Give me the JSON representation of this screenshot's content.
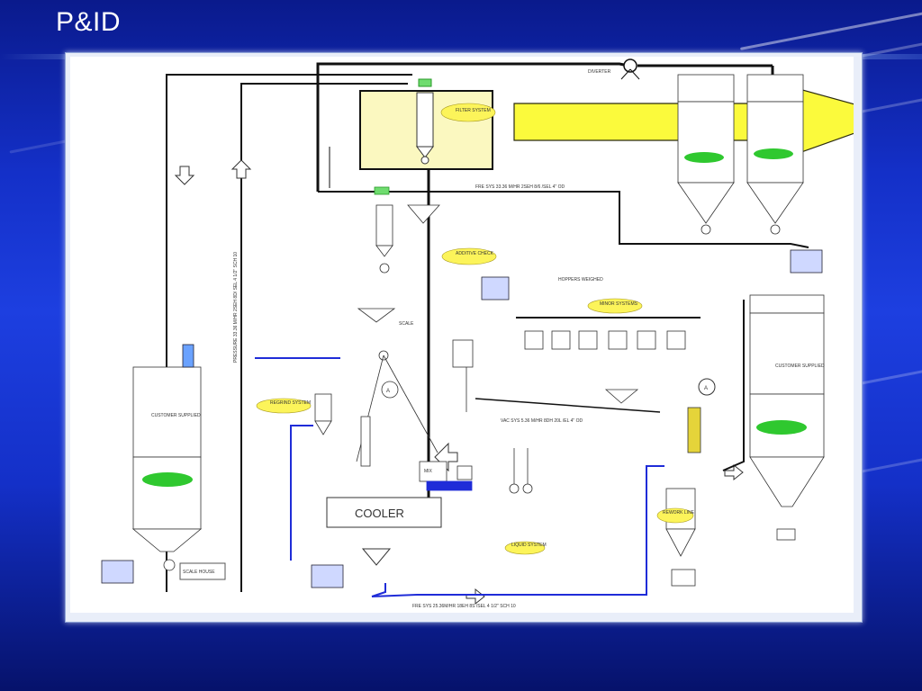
{
  "slide": {
    "title": "P&ID"
  },
  "diagram": {
    "labels": {
      "diverter": "DIVERTER",
      "filter_system": "FILTER SYSTEM",
      "additive_check": "ADDITIVE CHECK",
      "hoppers_weighed": "HOPPERS WEIGHED",
      "minor_systems": "MINOR SYSTEMS",
      "regrind": "REGRIND SYSTEM",
      "customer_supplied_left": "CUSTOMER SUPPLIED",
      "customer_supplied_right": "CUSTOMER SUPPLIED",
      "cooler": "COOLER",
      "liquid_system": "LIQUID SYSTEM",
      "rework_line": "REWORK LINE",
      "scale": "SCALE",
      "mix": "MIX",
      "bin_a_left": "A",
      "bin_a_right": "A",
      "vac_sys_top": "FRE SYS 33.36 M/HR  2SEH 8/6  /SEL  4\" OD",
      "vac_sys_mid": "VAC SYS 5.36 M/HR  8DH  20L  /EL  4\" OD",
      "vac_sys_bottom": "FRE SYS 25.36M/HR   18EH  8S /SEL  4 1/2\" SCH 10",
      "vertical_line_left": "PRESSURE 33.36 M/HR  2SEH  8D/ SEL  4 1/2\" SCH 10",
      "scale_house": "SCALE HOUSE"
    }
  },
  "colors": {
    "arrow_fill": "#fbfa3c",
    "highlight_fill": "#fbf8c0",
    "ellipse_yellow": "#fcf45a",
    "ellipse_green": "#2fc82f",
    "pipe_blue": "#1f2cd8",
    "pipe_black": "#111111"
  }
}
